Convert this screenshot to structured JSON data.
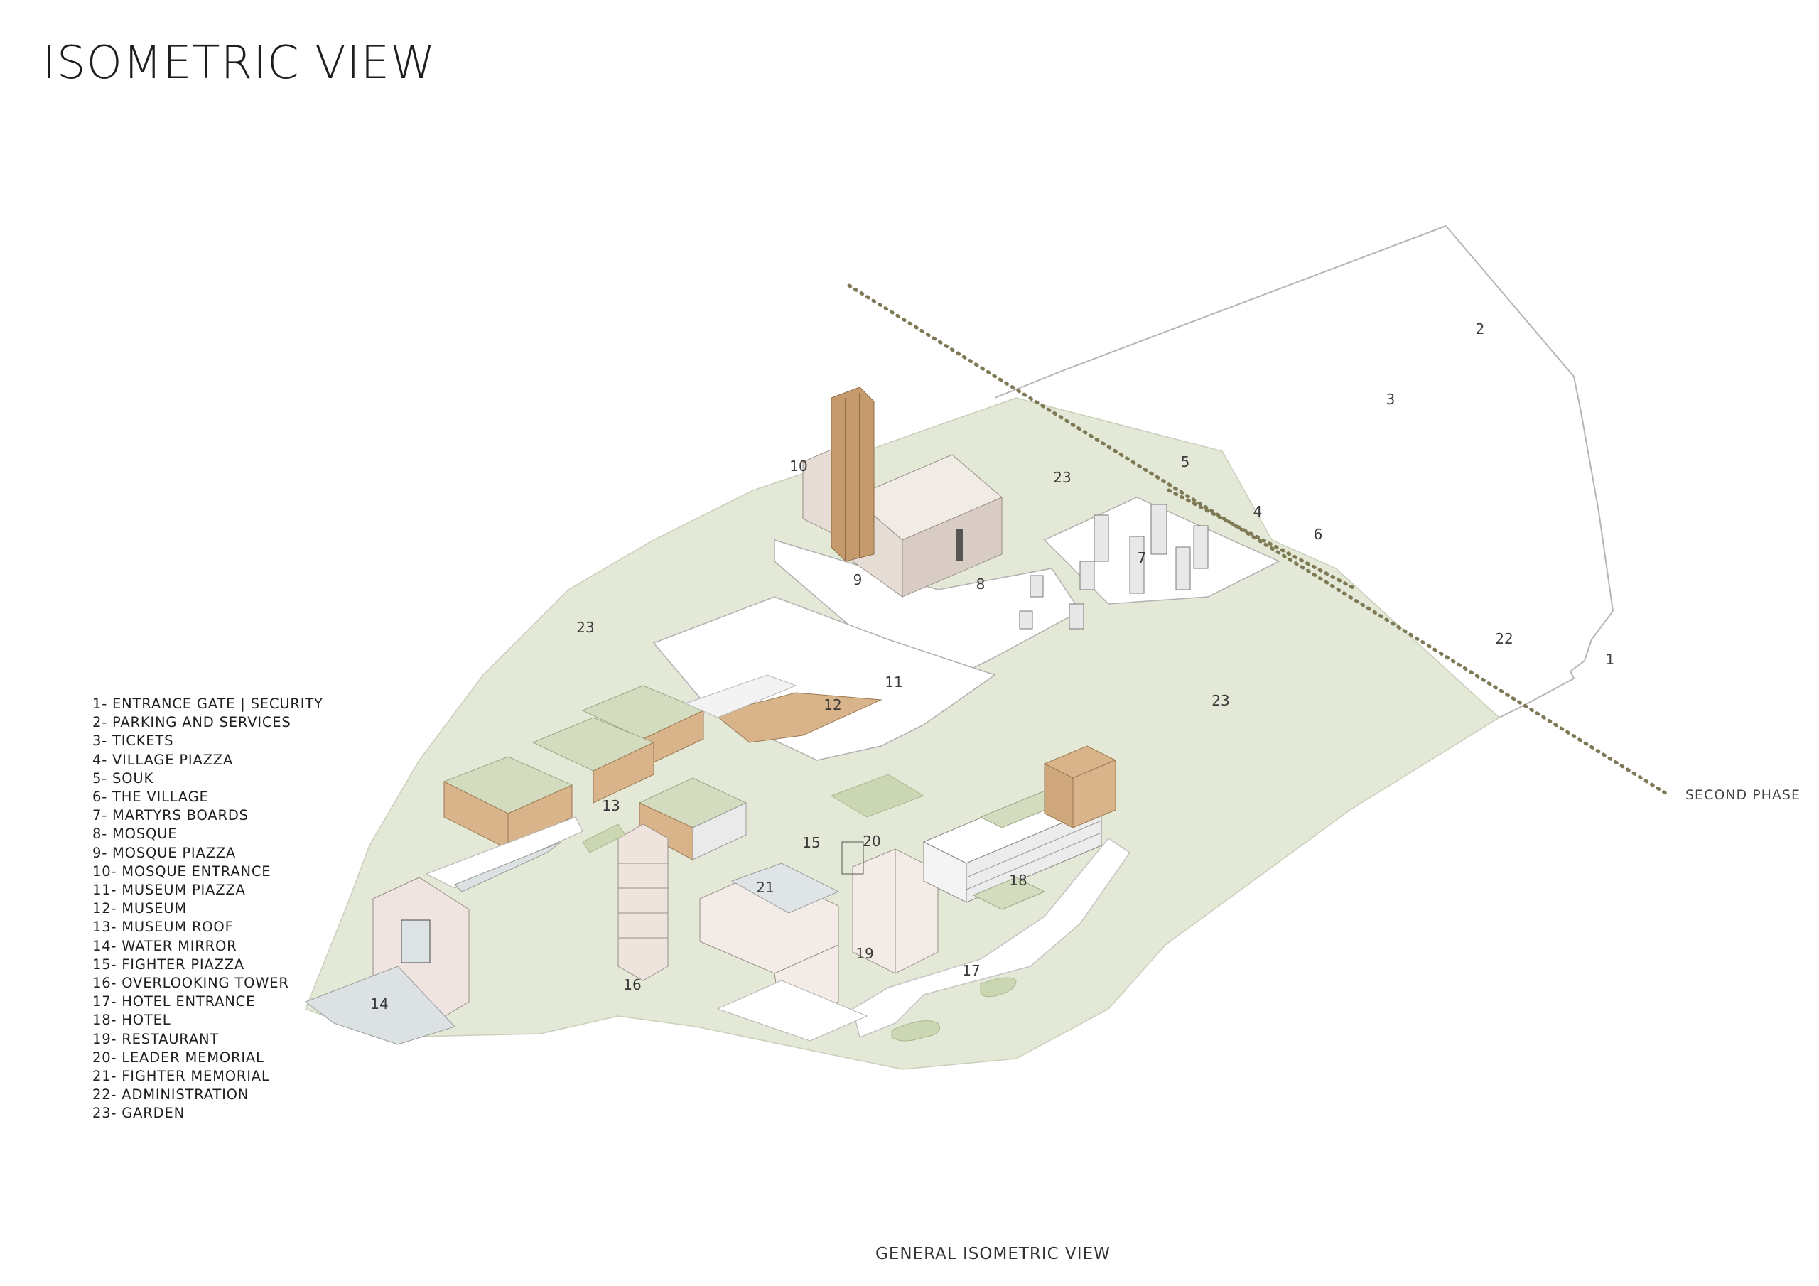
{
  "title": "ISOMETRIC VIEW",
  "caption": "GENERAL ISOMETRIC VIEW",
  "second_phase_label": "SECOND PHASE",
  "legend": [
    "1- ENTRANCE GATE | SECURITY",
    "2- PARKING AND SERVICES",
    "3- TICKETS",
    "4- VILLAGE PIAZZA",
    "5- SOUK",
    "6- THE VILLAGE",
    "7- MARTYRS BOARDS",
    "8- MOSQUE",
    "9- MOSQUE PIAZZA",
    "10- MOSQUE ENTRANCE",
    "11- MUSEUM PIAZZA",
    "12- MUSEUM",
    "13- MUSEUM ROOF",
    "14- WATER MIRROR",
    "15- FIGHTER PIAZZA",
    "16- OVERLOOKING TOWER",
    "17- HOTEL ENTRANCE",
    "18- HOTEL",
    "19- RESTAURANT",
    "20- LEADER MEMORIAL",
    "21- FIGHTER MEMORIAL",
    "22- ADMINISTRATION",
    "23- GARDEN"
  ],
  "numbers": [
    "1",
    "2",
    "3",
    "4",
    "5",
    "6",
    "7",
    "8",
    "9",
    "10",
    "11",
    "12",
    "13",
    "14",
    "15",
    "16",
    "17",
    "18",
    "19",
    "20",
    "21",
    "22",
    "23",
    "23",
    "23"
  ],
  "colors": {
    "garden": "#e3e9d6",
    "garden_dark": "#cbd7b3",
    "wood": "#d9b48a",
    "wood_dark": "#b98e62",
    "stone": "#e6dcd6",
    "line": "#9a9a9a",
    "phase_dots": "#7f7a55"
  }
}
